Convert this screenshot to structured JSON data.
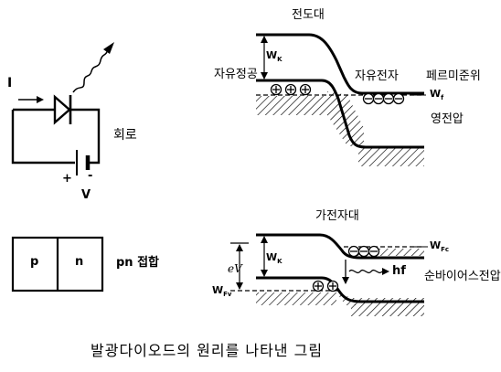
{
  "caption": "발광다이오드의 원리를 나타낸 그림",
  "circuit": {
    "current_label": "I",
    "circuit_label": "회로",
    "plus_label": "+",
    "minus_label": "-",
    "voltage_label": "V"
  },
  "junction": {
    "p_label": "p",
    "n_label": "n",
    "junction_label": "pn 접합"
  },
  "equilibrium": {
    "conduction_band_label": "전도대",
    "wk_label": "W",
    "wk_sub": "K",
    "free_holes_label": "자유정공",
    "free_electrons_label": "자유전자",
    "fermi_level_label": "페르미준위",
    "wf_label": "W",
    "wf_sub": "f",
    "zero_bias_label": "영전압"
  },
  "forward_bias": {
    "valence_band_label": "가전자대",
    "ev_label": "eV",
    "wk_label": "W",
    "wk_sub": "K",
    "wfv_label": "W",
    "wfv_sub": "Fv",
    "wfc_label": "W",
    "wfc_sub": "Fc",
    "hf_label": "hf",
    "forward_bias_label": "순바이어스전압"
  }
}
